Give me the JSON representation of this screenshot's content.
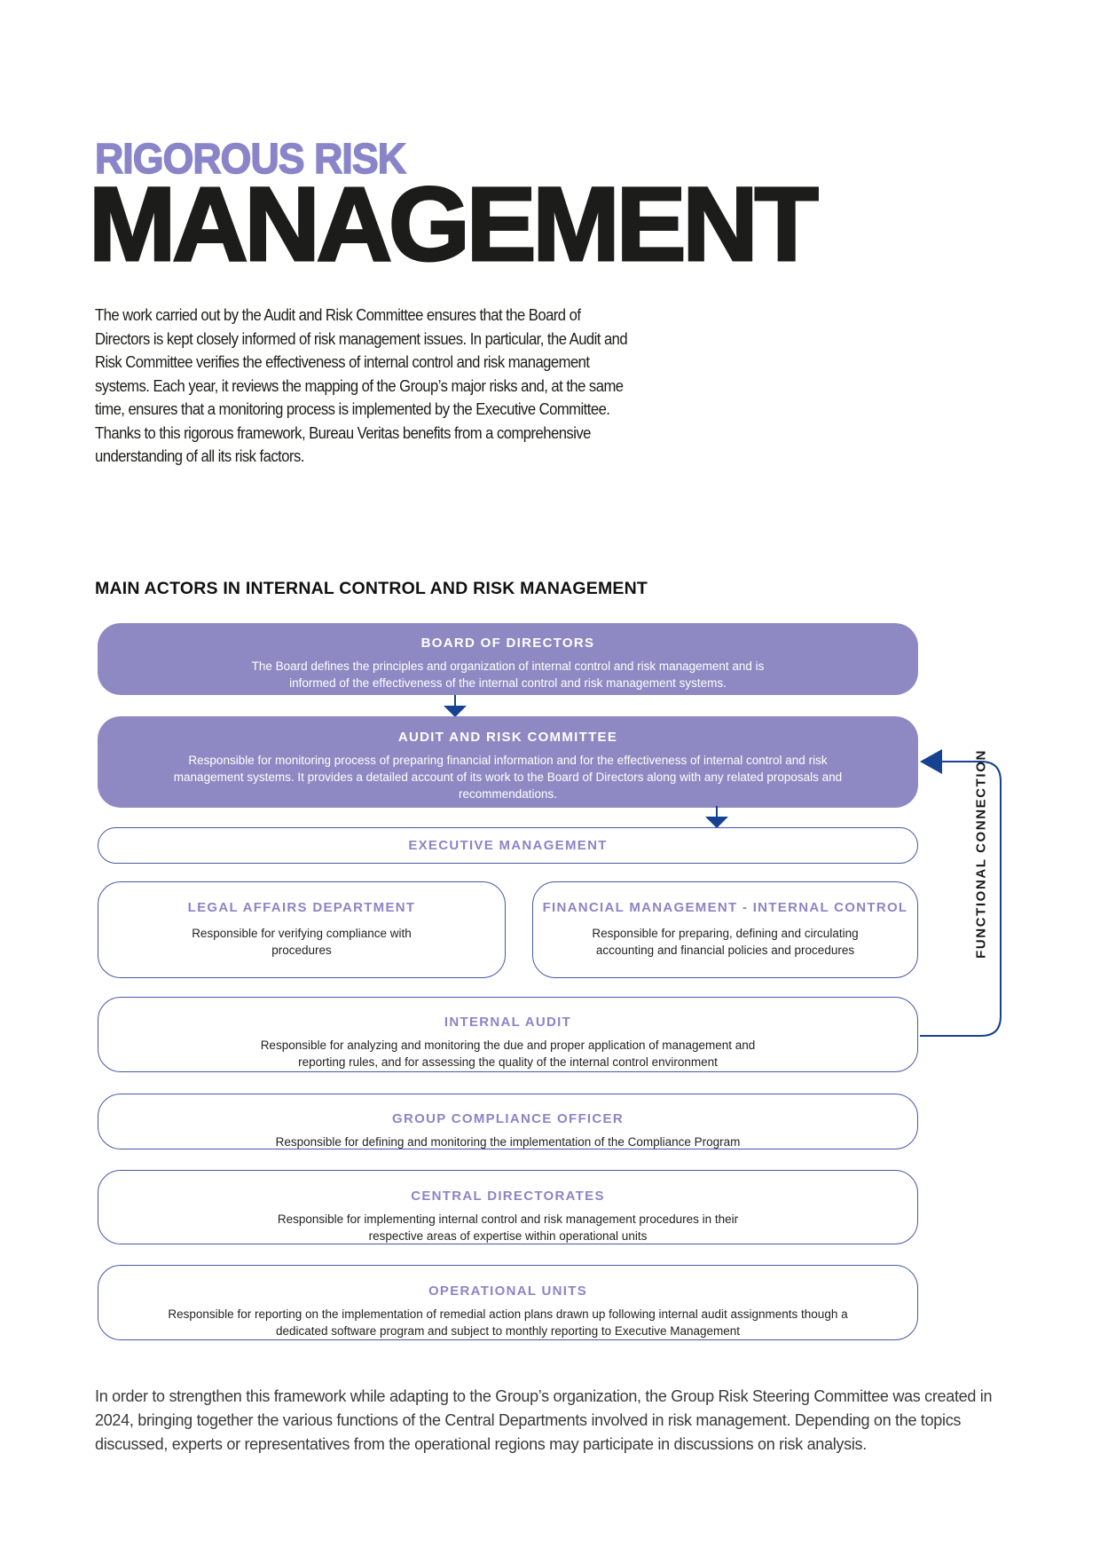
{
  "page": {
    "title_line1": "RIGOROUS RISK",
    "title_line2": "MANAGEMENT",
    "intro": "The work carried out by the Audit and Risk Committee ensures that the Board of Directors is kept closely informed of risk management issues. In particular, the Audit and Risk Committee verifies the effectiveness of internal control and risk management systems. Each year, it reviews the mapping of the Group’s major risks and, at the same time, ensures that a monitoring process is implemented by the Executive Committee. Thanks to this rigorous framework, Bureau Veritas benefits from a comprehensive understanding of all its risk factors.",
    "closing": "In order to strengthen this framework while adapting to the Group’s organization, the Group Risk Steering Committee was created in 2024, bringing together the various functions of the Central Departments involved in risk management. Depending on the topics discussed, experts or representatives from the operational regions may participate in discussions on risk analysis."
  },
  "diagram": {
    "heading": "MAIN ACTORS IN INTERNAL CONTROL AND RISK MANAGEMENT",
    "functional_connection_label": "FUNCTIONAL CONNECTION",
    "boxes": {
      "board": {
        "title": "BOARD OF DIRECTORS",
        "body": "The Board defines the principles and organization of internal control and risk management and is informed of the effectiveness of the internal control and risk management systems."
      },
      "audit": {
        "title": "AUDIT AND RISK COMMITTEE",
        "body": "Responsible for monitoring process of preparing financial information and for the effectiveness of internal control and risk management systems. It provides a detailed account of its work to the Board of Directors along with any related proposals and recommendations."
      },
      "executive": {
        "title": "EXECUTIVE MANAGEMENT"
      },
      "legal": {
        "title": "LEGAL AFFAIRS DEPARTMENT",
        "body": "Responsible for verifying compliance with procedures"
      },
      "financial": {
        "title": "FINANCIAL MANAGEMENT - INTERNAL CONTROL",
        "body": "Responsible for preparing, defining and circulating accounting and financial policies and procedures"
      },
      "internal_audit": {
        "title": "INTERNAL AUDIT",
        "body": "Responsible for analyzing and monitoring the due and proper application of management and reporting rules, and for assessing the quality of the internal control environment"
      },
      "compliance": {
        "title": "GROUP COMPLIANCE OFFICER",
        "body": "Responsible for defining and monitoring the implementation of the Compliance Program"
      },
      "central": {
        "title": "CENTRAL DIRECTORATES",
        "body": "Responsible for implementing internal control and risk management procedures in their respective areas of expertise within operational units"
      },
      "operational": {
        "title": "OPERATIONAL UNITS",
        "body": "Responsible for reporting on the implementation of remedial action plans drawn up following internal audit assignments though a dedicated software program and subject to monthly reporting to Executive Management"
      }
    }
  },
  "colors": {
    "purple_fill": "#8f89c3",
    "purple_heading": "#8a84c8",
    "navy_connector": "#17428f",
    "box_border": "#4656a4"
  }
}
